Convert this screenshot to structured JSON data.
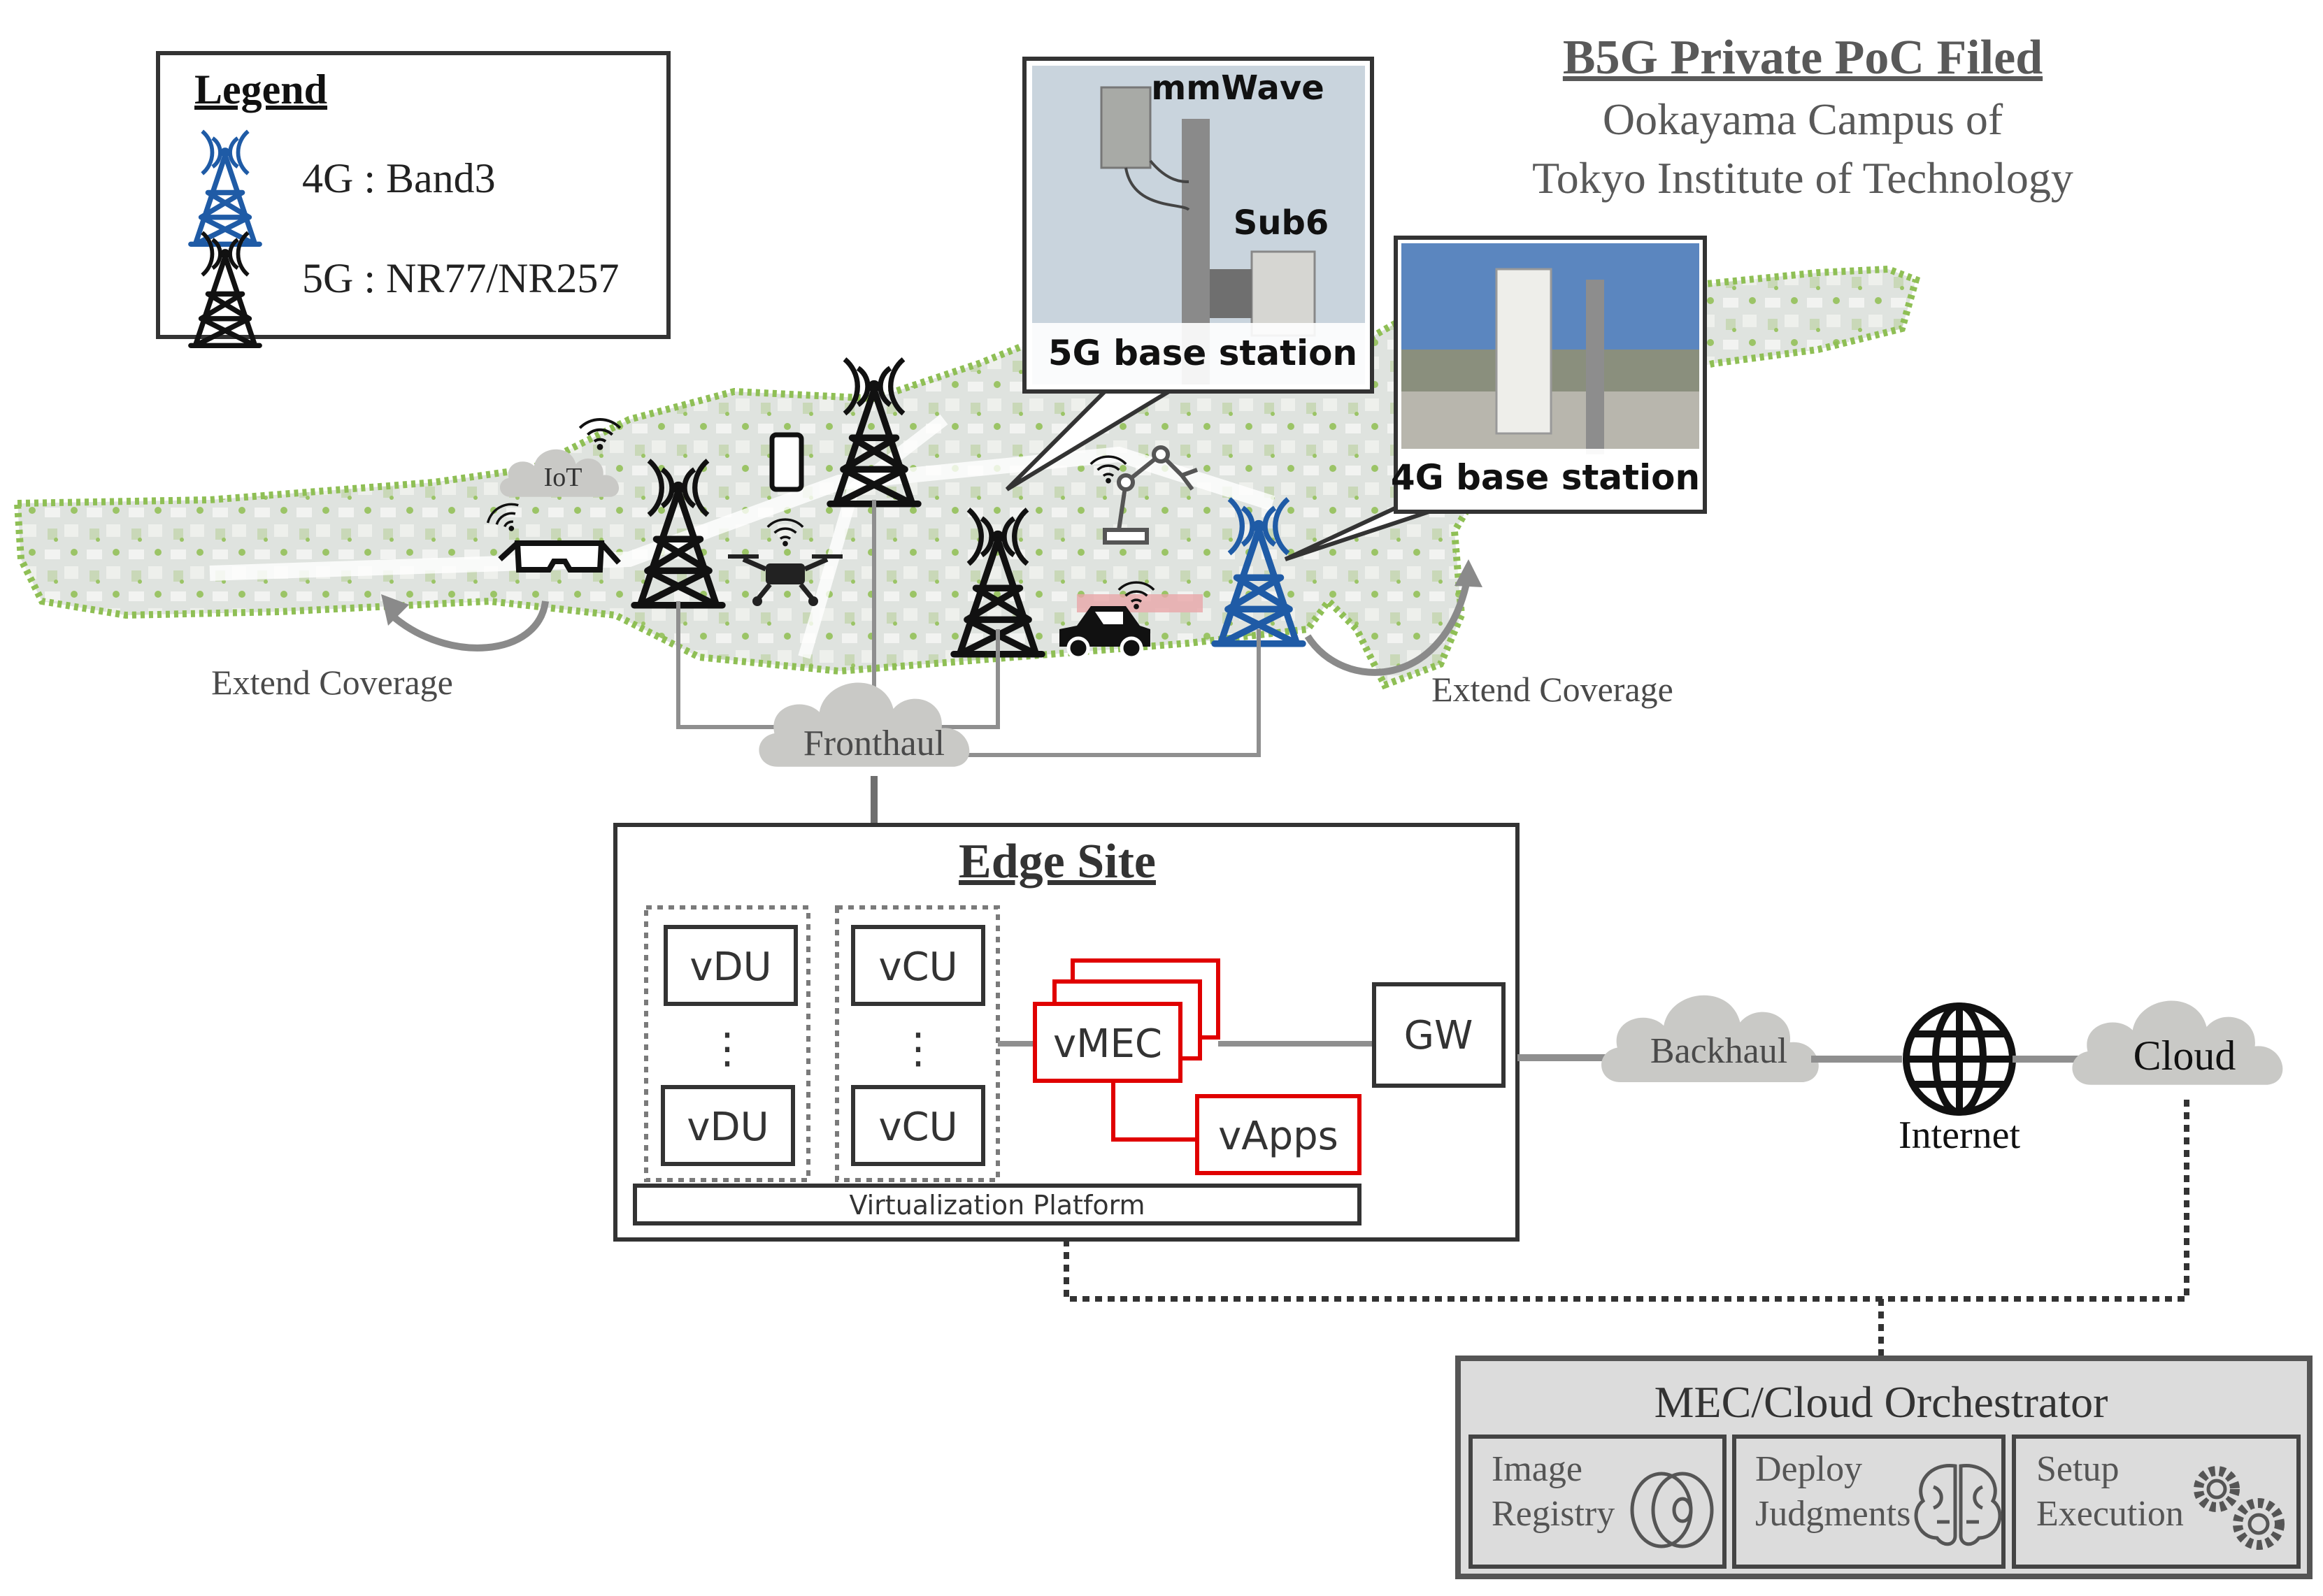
{
  "title": {
    "heading": "B5G Private PoC Filed",
    "line1": "Ookayama Campus of",
    "line2": "Tokyo Institute of Technology"
  },
  "legend": {
    "title": "Legend",
    "items": [
      {
        "label": "4G : Band3",
        "icon": "cell-tower-icon",
        "color": "#1f5ba6"
      },
      {
        "label": "5G : NR77/NR257",
        "icon": "cell-tower-icon",
        "color": "#111111"
      }
    ]
  },
  "photos": {
    "five_g": {
      "caption": "5G base station",
      "label_top": "mmWave",
      "label_mid": "Sub6"
    },
    "four_g": {
      "caption": "4G base station"
    }
  },
  "map": {
    "iot_label": "IoT",
    "extend_left": "Extend Coverage",
    "extend_right": "Extend Coverage",
    "icons": [
      "ar-glasses-icon",
      "smartphone-icon",
      "drone-icon",
      "robot-arm-icon",
      "car-icon",
      "wifi-icon"
    ]
  },
  "network": {
    "fronthaul": "Fronthaul",
    "backhaul": "Backhaul",
    "internet": "Internet",
    "cloud": "Cloud"
  },
  "edge_site": {
    "title": "Edge Site",
    "vdu_top": "vDU",
    "vdu_bottom": "vDU",
    "vcu_top": "vCU",
    "vcu_bottom": "vCU",
    "dots": "⋮",
    "vmec": "vMEC",
    "vapps": "vApps",
    "gw": "GW",
    "platform": "Virtualization Platform"
  },
  "orchestrator": {
    "title": "MEC/Cloud Orchestrator",
    "modules": [
      {
        "line1": "Image",
        "line2": "Registry",
        "icon": "disk-icon"
      },
      {
        "line1": "Deploy",
        "line2": "Judgments",
        "icon": "brain-icon"
      },
      {
        "line1": "Setup",
        "line2": "Execution",
        "icon": "gears-icon"
      }
    ]
  },
  "colors": {
    "tower_4g": "#1f5ba6",
    "tower_5g": "#111111",
    "vmec_red": "#e00000",
    "cloud_gray": "#c9c9c6",
    "orchestrator_bg": "#dcdcdc",
    "map_green": "#8fbf55"
  }
}
